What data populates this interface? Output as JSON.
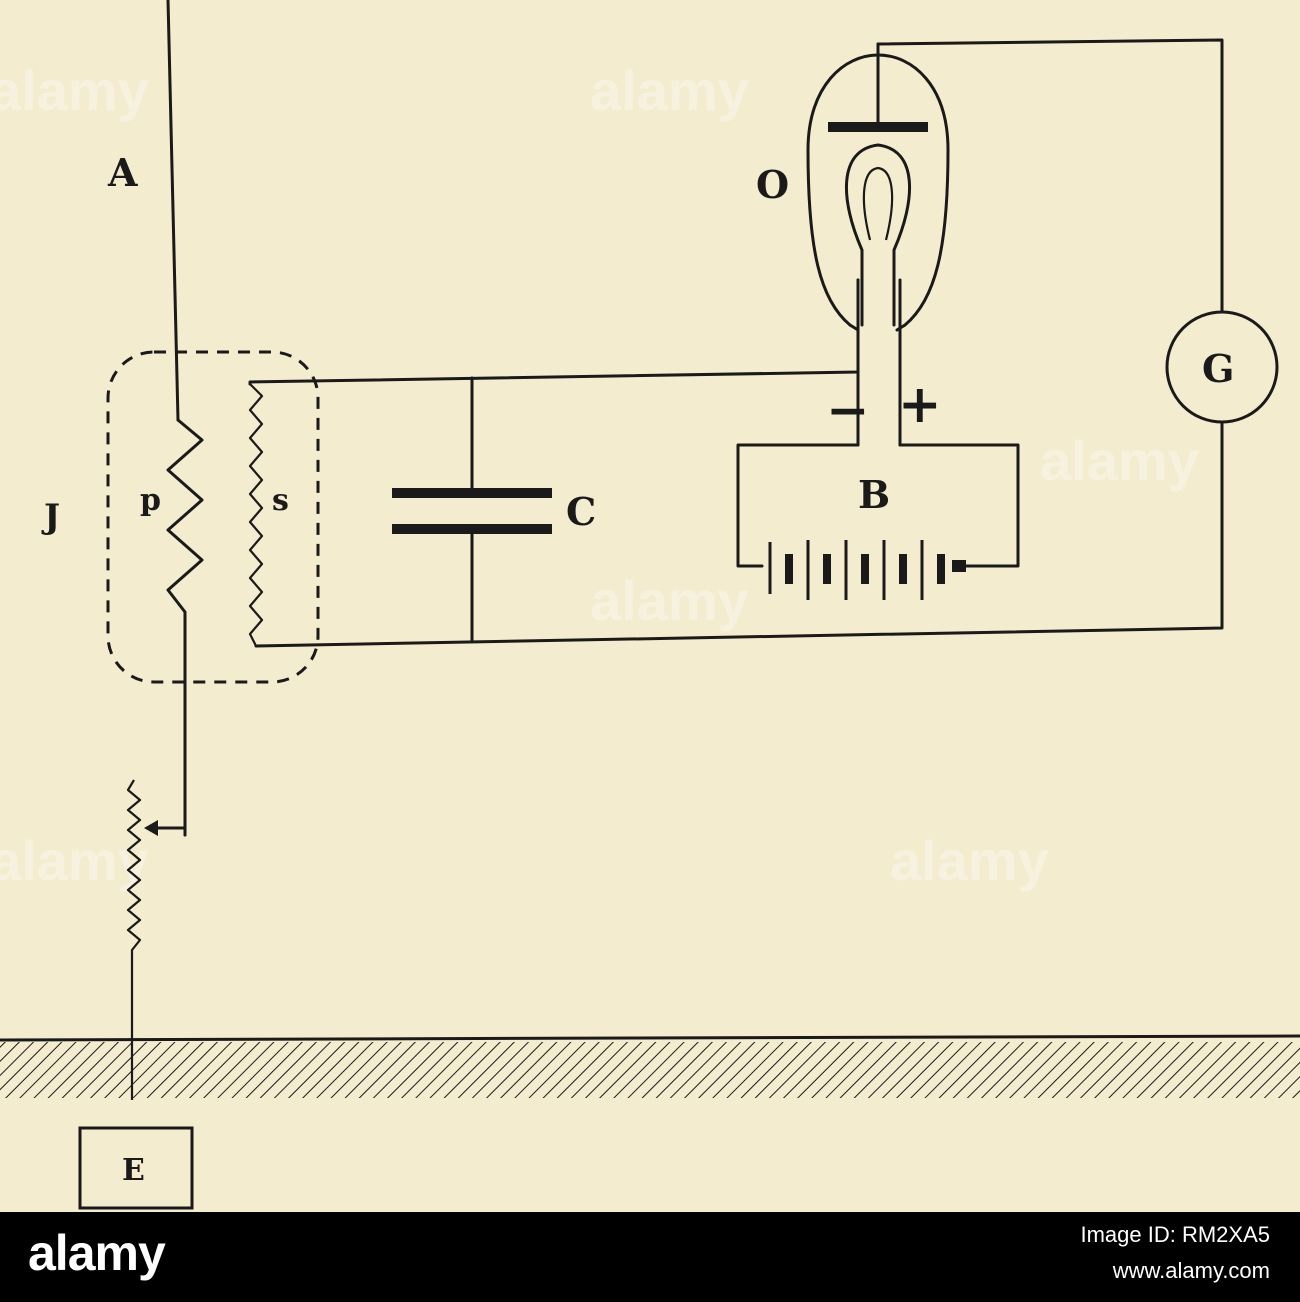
{
  "labels": {
    "antenna": "A",
    "valve": "O",
    "galvanometer": "G",
    "jigger": "J",
    "primary": "p",
    "secondary": "s",
    "condenser": "C",
    "battery": "B",
    "minus": "−",
    "plus": "+",
    "earth": "E"
  },
  "watermark": "alamy",
  "footer": {
    "logo": "alamy",
    "image_id": "Image ID: RM2XA5",
    "url": "www.alamy.com"
  },
  "colors": {
    "paper": "#f3eccf",
    "ink": "#1a1a1a",
    "bar": "#000000"
  }
}
